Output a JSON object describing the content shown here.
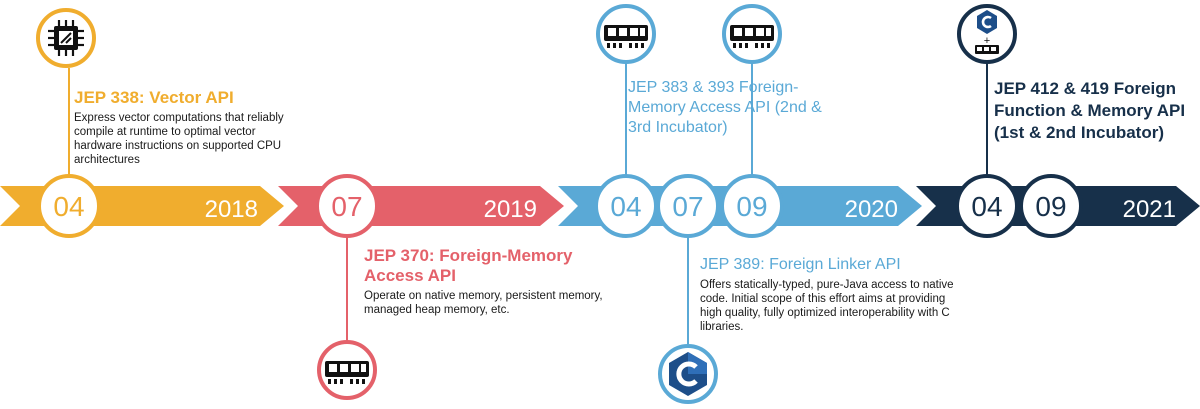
{
  "colors": {
    "y2018": "#f0ad2e",
    "y2019": "#e4616a",
    "y2020": "#5aa9d6",
    "y2021": "#17304a"
  },
  "segments": [
    {
      "year": "2018",
      "months": [
        "04"
      ]
    },
    {
      "year": "2019",
      "months": [
        "07"
      ]
    },
    {
      "year": "2020",
      "months": [
        "04",
        "07",
        "09"
      ]
    },
    {
      "year": "2021",
      "months": [
        "04",
        "09"
      ]
    }
  ],
  "milestones": {
    "jep338": {
      "title": "JEP 338: Vector API",
      "description": "Express vector computations that reliably compile at runtime to optimal vector hardware instructions on supported CPU architectures",
      "icon": "cpu-chip-icon"
    },
    "jep370": {
      "title": "JEP 370: Foreign-Memory Access API",
      "description": "Operate on native memory, persistent memory, managed heap memory, etc.",
      "icon": "memory-module-icon"
    },
    "jep383": {
      "title": "JEP 383 & 393 Foreign-Memory Access API (2nd & 3rd Incubator)",
      "icon": "memory-module-icon"
    },
    "jep389": {
      "title": "JEP 389: Foreign Linker API",
      "description": "Offers statically-typed, pure-Java access to native code. Initial scope of this effort aims at providing high quality, fully optimized interoperability with C libraries.",
      "icon": "c-language-icon"
    },
    "jep412": {
      "title": "JEP 412 & 419 Foreign Function & Memory API (1st & 2nd Incubator)",
      "icon": "c-plus-memory-icon",
      "icon_plus": "+"
    }
  }
}
